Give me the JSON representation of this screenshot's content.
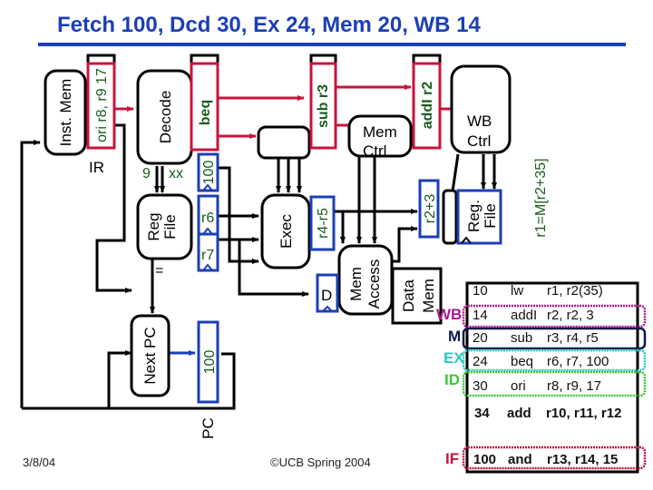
{
  "title": "Fetch 100, Dcd 30, Ex 24, Mem 20, WB 14",
  "colors": {
    "title": "#1b3fb5",
    "pipeline_reg_red": "#c8143c",
    "pipeline_reg_blue": "#1b3fb5",
    "value_text": "#1a5c1a",
    "wb": "#b0188c",
    "mem": "#0a1a4a",
    "ex": "#2cc8c0",
    "id": "#3cc43c",
    "if": "#c0143c"
  },
  "blocks": {
    "inst_mem": "Inst. Mem",
    "decode": "Decode",
    "reg_file": [
      "Reg",
      "File"
    ],
    "exec": "Exec",
    "mem_ctrl": [
      "Mem",
      "Ctrl"
    ],
    "mem_access": [
      "Mem",
      "Access"
    ],
    "data_mem": [
      "Data",
      "Mem"
    ],
    "wb_ctrl": [
      "WB",
      "Ctrl"
    ],
    "reg_file_wb": [
      "Reg.",
      "File"
    ],
    "next_pc": "Next PC"
  },
  "registers": {
    "ir": "ori r8, r9 17",
    "ir_label": "IR",
    "id_ex_ctrl": "beq",
    "id_ex_imm": "100",
    "id_ex_a": "r6",
    "id_ex_b": "r7",
    "ex_mem_ctrl": "sub r3",
    "ex_mem_alu": "r4-r5",
    "ex_mem_d": "D",
    "mem_wb_ctrl": "addI r2",
    "mem_wb_val": "r2+3",
    "wb_result": "r1=M[r2+35]",
    "pc_value": "100",
    "pc_label": "PC"
  },
  "decode_outputs": {
    "rs": "9",
    "rt": "xx",
    "eq": "="
  },
  "program": [
    {
      "addr": "10",
      "op": "lw",
      "args": "r1, r2(35)",
      "stage": ""
    },
    {
      "addr": "14",
      "op": "addI",
      "args": "r2, r2, 3",
      "stage": "WB"
    },
    {
      "addr": "20",
      "op": "sub",
      "args": "r3, r4, r5",
      "stage": "M"
    },
    {
      "addr": "24",
      "op": "beq",
      "args": "r6, r7, 100",
      "stage": "EX"
    },
    {
      "addr": "30",
      "op": "ori",
      "args": "r8, r9, 17",
      "stage": "ID"
    },
    {
      "addr": "34",
      "op": "add",
      "args": "r10, r11, r12",
      "stage": ""
    },
    {
      "addr": "100",
      "op": "and",
      "args": "r13, r14, 15",
      "stage": "IF"
    }
  ],
  "footer": {
    "date": "3/8/04",
    "copyright": "©UCB Spring 2004"
  }
}
